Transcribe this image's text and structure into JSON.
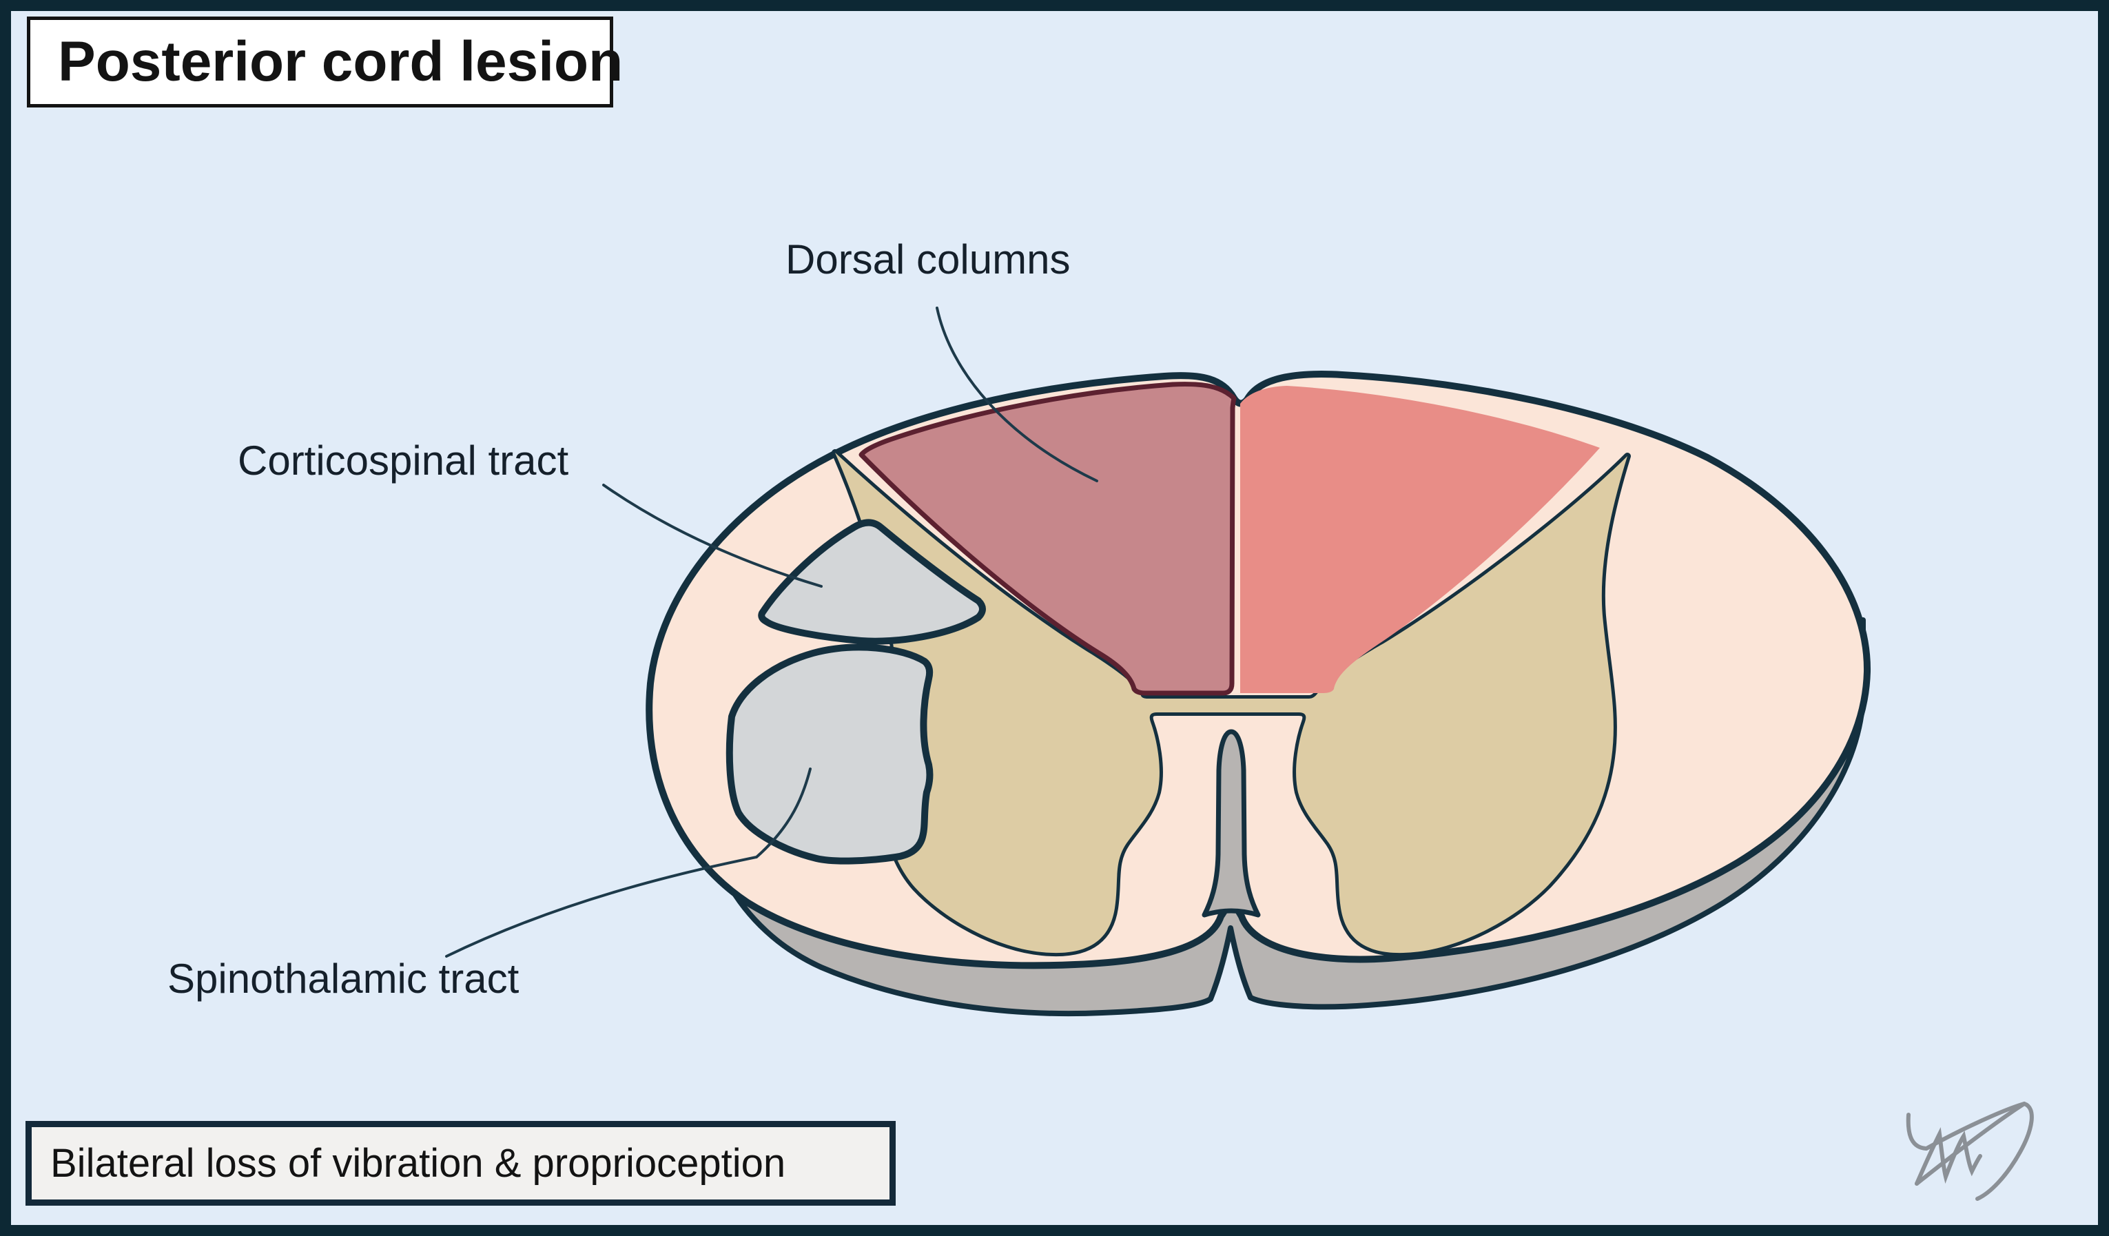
{
  "title": "Posterior cord lesion",
  "caption": "Bilateral loss of vibration & proprioception",
  "labels": {
    "dorsal_columns": "Dorsal columns",
    "corticospinal_tract": "Corticospinal tract",
    "spinothalamic_tract": "Spinothalamic tract"
  },
  "colors": {
    "background": "#e1ecf8",
    "frame_border": "#0d2834",
    "outline_navy": "#14303f",
    "white_matter": "#fbe5d8",
    "gray_matter_tan": "#ddcca4",
    "lesion_left": "#c6878b",
    "lesion_left_outline": "#5c2130",
    "lesion_right": "#e88d87",
    "tract_gray": "#d3d6d8",
    "cord_base_gray": "#b7b4b2",
    "title_box_bg": "#ffffff",
    "title_box_border": "#131313",
    "caption_box_bg": "#f2f1ef",
    "caption_box_border": "#13293a",
    "text": "#131313",
    "leader_line": "#1d3a4a",
    "signature": "#8b9096"
  }
}
